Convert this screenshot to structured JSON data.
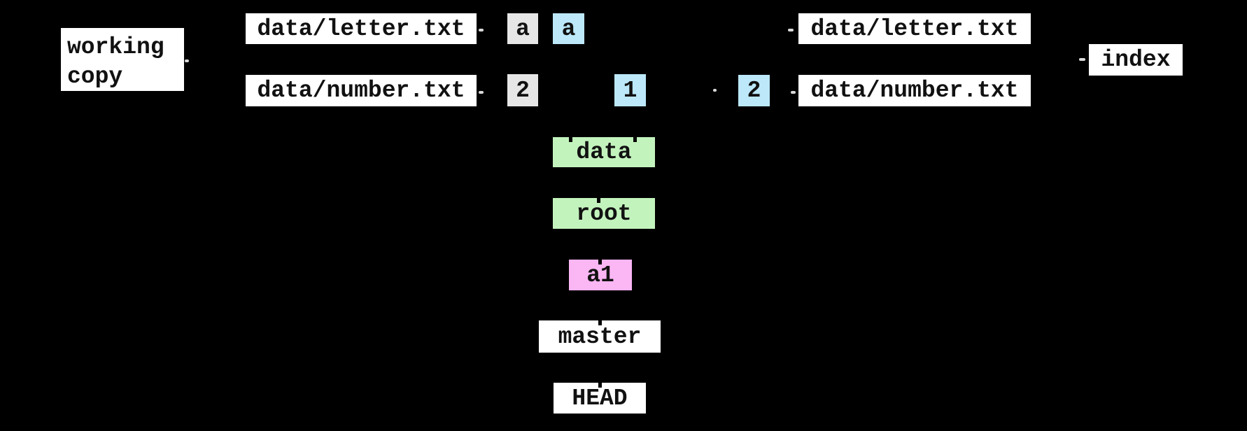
{
  "colors": {
    "background": "#000000",
    "box_white": "#ffffff",
    "box_gray": "#e6e6e6",
    "box_blue": "#bce8fa",
    "box_green": "#c3f3bd",
    "box_pink": "#fbb6f4",
    "text": "#111111"
  },
  "working_copy": {
    "label": "working copy"
  },
  "index": {
    "label": "index"
  },
  "working_files": {
    "letter": "data/letter.txt",
    "number": "data/number.txt"
  },
  "index_files": {
    "letter": "data/letter.txt",
    "number": "data/number.txt"
  },
  "working_blobs": {
    "letter": "a",
    "number": "2"
  },
  "object_blobs": {
    "letter": "a",
    "number_old": "1",
    "number_new": "2"
  },
  "trees": {
    "data": "data",
    "root": "root"
  },
  "commit": {
    "label": "a1"
  },
  "refs": {
    "master": "master",
    "head": "HEAD"
  }
}
